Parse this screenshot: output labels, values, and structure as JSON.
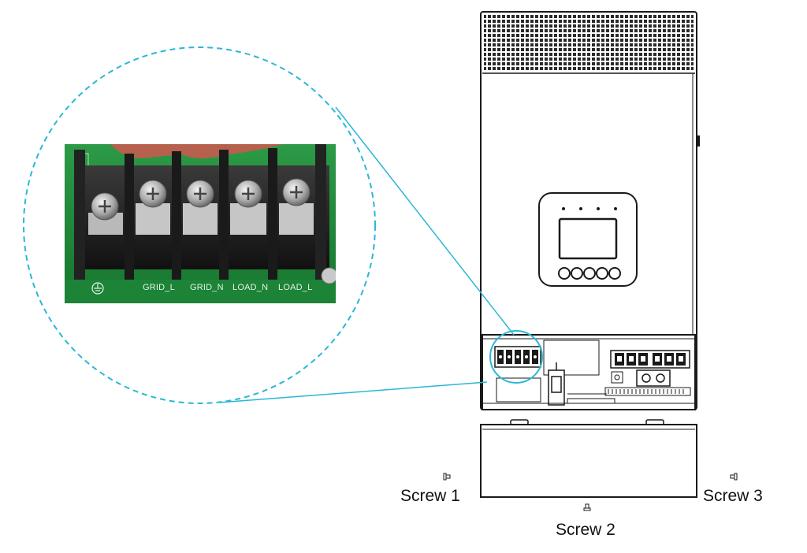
{
  "diagram": {
    "terminal_labels": [
      "GRID_L",
      "GRID_N",
      "LOAD_N",
      "LOAD_L"
    ],
    "screws": [
      {
        "label": "Screw 1"
      },
      {
        "label": "Screw 2"
      },
      {
        "label": "Screw 3"
      }
    ],
    "lcd_buttons": 5,
    "colors": {
      "callout": "#2bb7d6",
      "pcb": "#1f8a3a",
      "terminal_block": "#1a1a1a",
      "outline": "#1a1a1a"
    }
  }
}
